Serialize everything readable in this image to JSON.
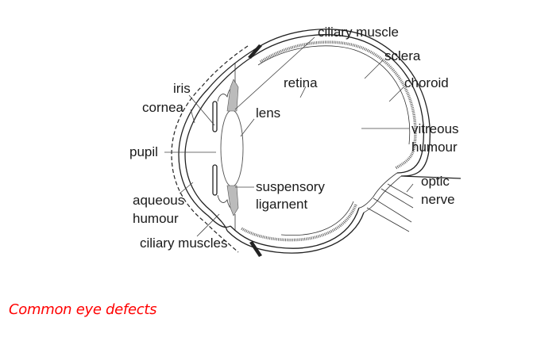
{
  "diagram": {
    "title": "Structure of the human eye",
    "labels": {
      "ciliary_muscle": "ciliary muscle",
      "sclera": "sclera",
      "retina": "retina",
      "choroid": "choroid",
      "iris": "iris",
      "cornea": "cornea",
      "lens": "lens",
      "vitreous_1": "vitreous",
      "vitreous_2": "humour",
      "pupil": "pupil",
      "optic_1": "optic",
      "optic_2": "nerve",
      "suspensory_1": "suspensory",
      "suspensory_2": "ligarnent",
      "aqueous_1": "aqueous",
      "aqueous_2": "humour",
      "ciliary_muscles": "ciliary muscles"
    }
  },
  "caption": {
    "text": "Common eye defects",
    "color": "#ff0000"
  }
}
